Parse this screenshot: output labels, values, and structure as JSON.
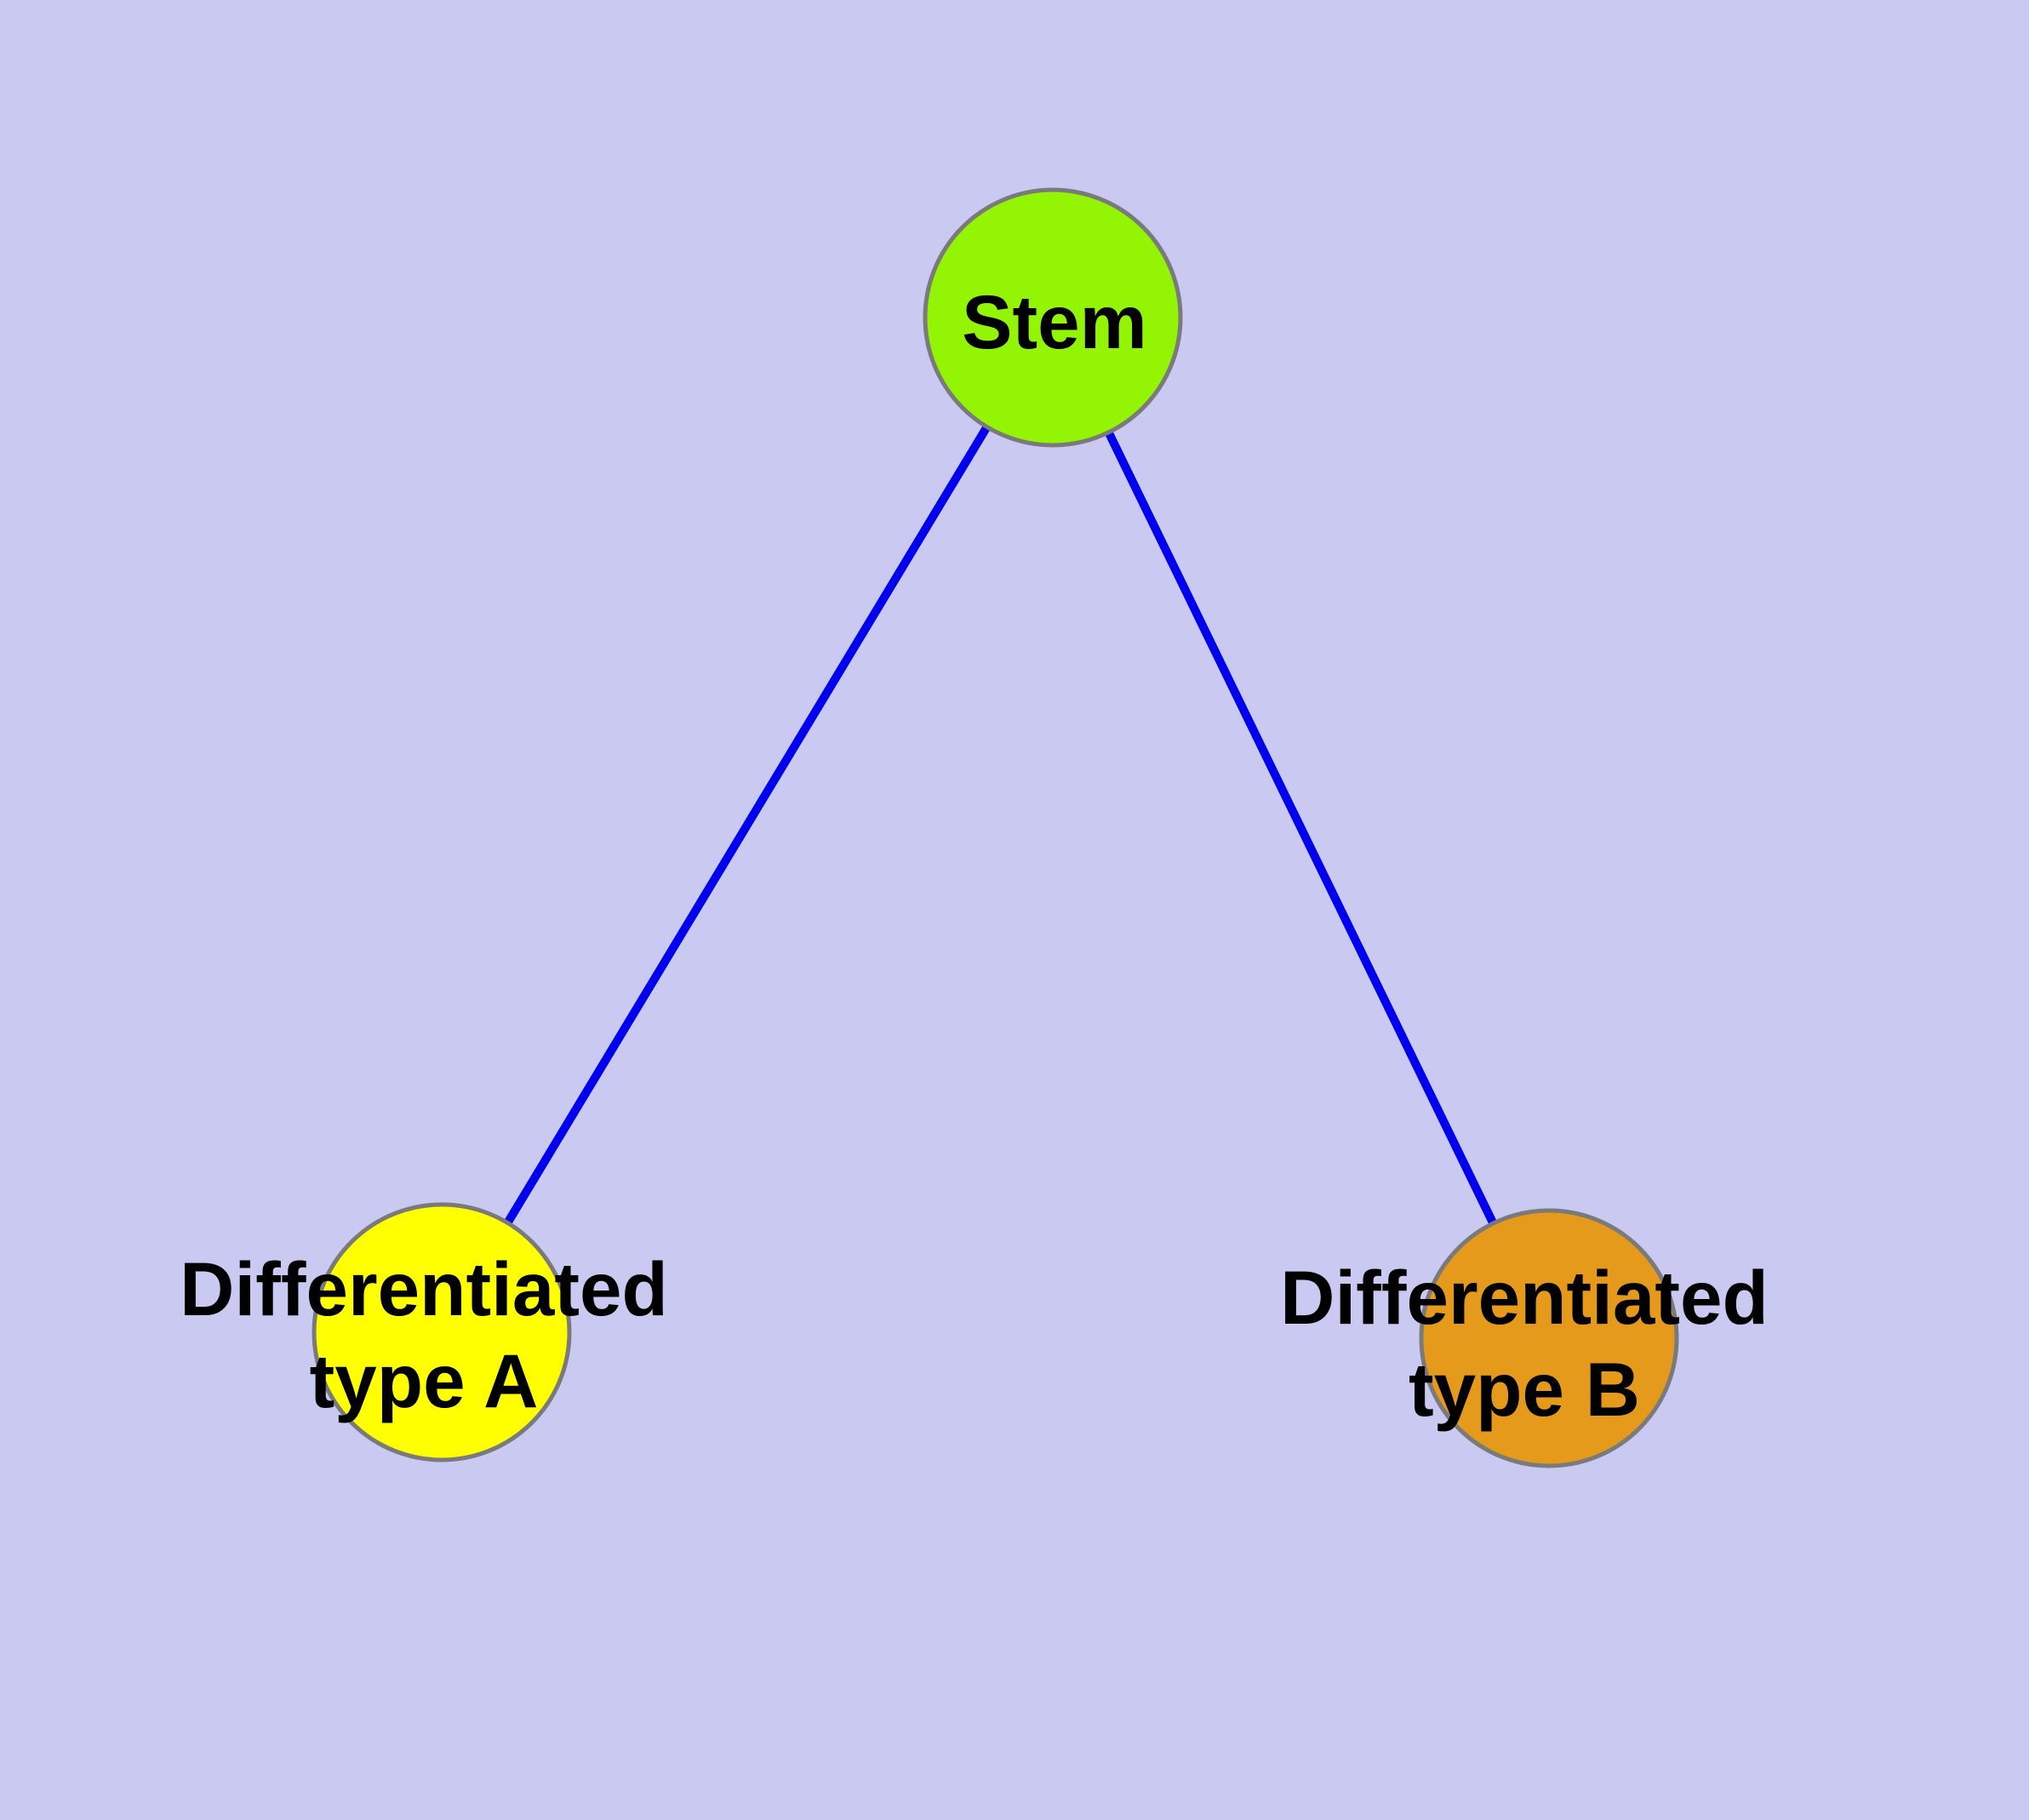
{
  "figure": {
    "kind": "network-graph",
    "background_color": "#C9C9F1",
    "node_border_color": "#7A7A7A",
    "edge_color": "#0000EE",
    "label_color": "#000000"
  },
  "nodes": [
    {
      "id": "stem",
      "label": "Stem",
      "fill": "#93F403"
    },
    {
      "id": "differentiated-a",
      "label": "Differentiated\ntype A",
      "fill": "#FFFF00"
    },
    {
      "id": "differentiated-b",
      "label": "Differentiated\ntype B",
      "fill": "#E59A1C"
    }
  ],
  "edges": [
    {
      "from": "Stem",
      "to": "Differentiated type A",
      "color": "#0000EE"
    },
    {
      "from": "Stem",
      "to": "Differentiated type B",
      "color": "#0000EE"
    }
  ]
}
